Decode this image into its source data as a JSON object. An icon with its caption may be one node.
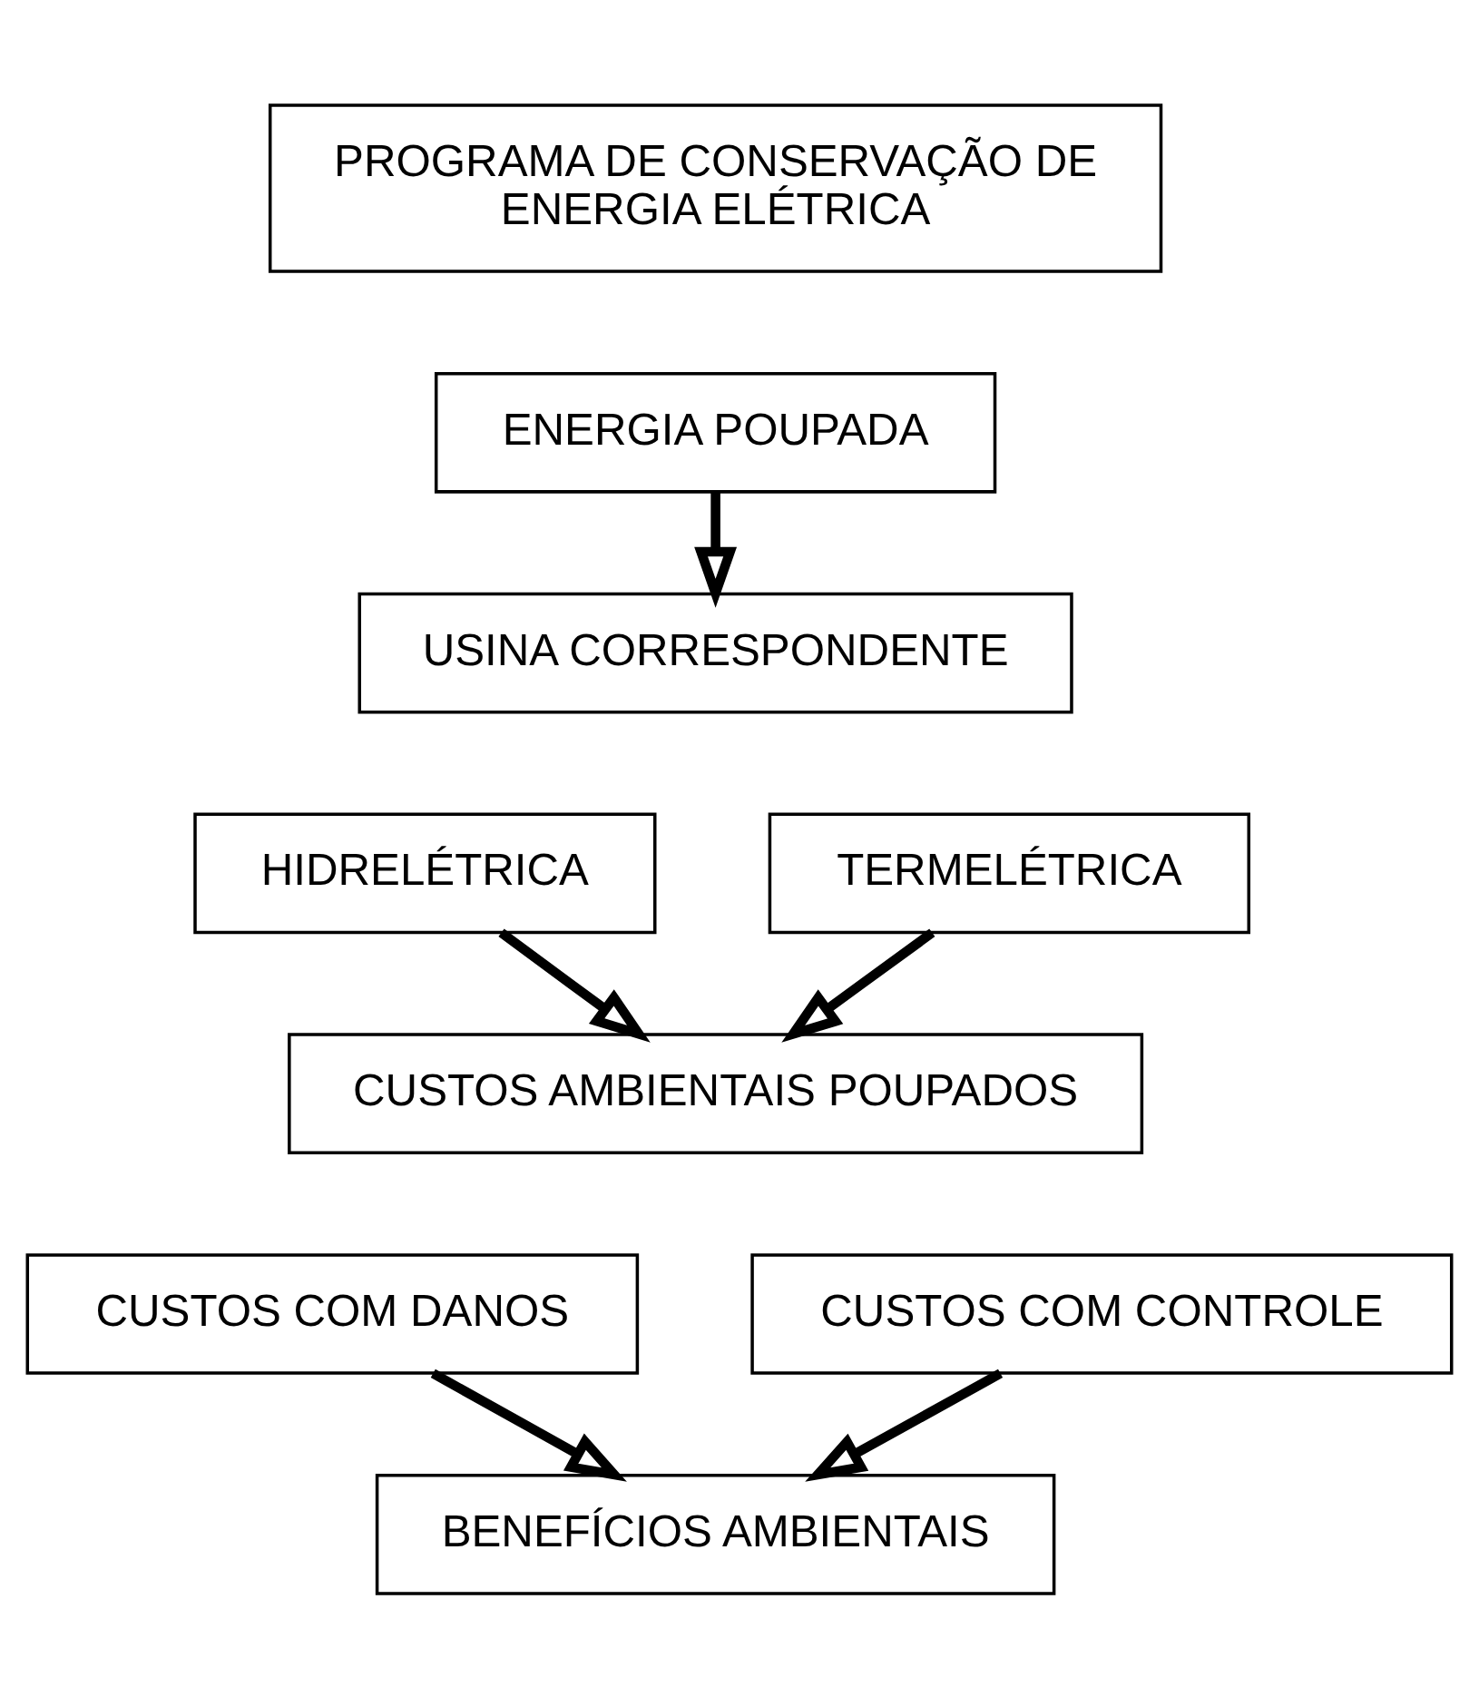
{
  "diagram": {
    "nodes": [
      {
        "text": [
          "PROGRAMA DE CONSERVAÇÃO DE ENERGIA ELÉTRICA"
        ]
      },
      {
        "text": [
          "ENERGIA POUPADA"
        ]
      },
      {
        "text": [
          "USINA CORRESPONDENTE"
        ]
      },
      {
        "text": [
          "HIDRELÉTRICA"
        ]
      },
      {
        "text": [
          "TERMELÉTRICA"
        ]
      },
      {
        "text": [
          "CUSTOS AMBIENTAIS POUPADOS"
        ]
      },
      {
        "text": [
          "CUSTOS COM DANOS"
        ]
      },
      {
        "text": [
          "CUSTOS COM CONTROLE"
        ]
      },
      {
        "text": [
          "BENEFÍCIOS AMBIENTAIS"
        ]
      }
    ],
    "edges": [
      {
        "from": 1,
        "to": 2,
        "arrow": "to"
      },
      {
        "from": 3,
        "to": 5,
        "arrow": "to"
      },
      {
        "from": 4,
        "to": 5,
        "arrow": "to"
      },
      {
        "from": 6,
        "to": 8,
        "arrow": "to"
      },
      {
        "from": 7,
        "to": 8,
        "arrow": "to"
      }
    ]
  }
}
